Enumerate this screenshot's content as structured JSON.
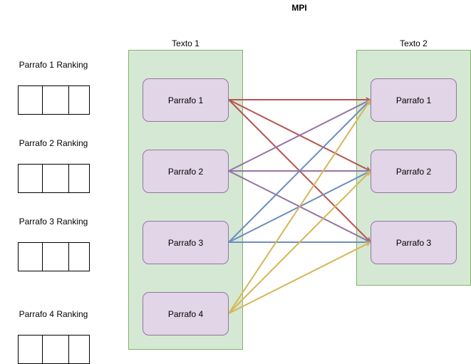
{
  "title": "MPI",
  "text1": {
    "label": "Texto 1",
    "paragraphs": [
      "Parrafo 1",
      "Parrafo 2",
      "Parrafo 3",
      "Parrafo 4"
    ]
  },
  "text2": {
    "label": "Texto 2",
    "paragraphs": [
      "Parrafo 1",
      "Parrafo 2",
      "Parrafo 3"
    ]
  },
  "rankings": [
    {
      "label": "Parrafo 1 Ranking",
      "cells": 3
    },
    {
      "label": "Parrafo 2 Ranking",
      "cells": 3
    },
    {
      "label": "Parrafo 3 Ranking",
      "cells": 3
    },
    {
      "label": "Parrafo 4 Ranking",
      "cells": 3
    }
  ],
  "edge_colors": [
    "#b85450",
    "#9673a6",
    "#6c8ebf",
    "#d6b656"
  ],
  "edges": [
    {
      "from": 0,
      "to": 0
    },
    {
      "from": 0,
      "to": 1
    },
    {
      "from": 0,
      "to": 2
    },
    {
      "from": 1,
      "to": 0
    },
    {
      "from": 1,
      "to": 1
    },
    {
      "from": 1,
      "to": 2
    },
    {
      "from": 2,
      "to": 0
    },
    {
      "from": 2,
      "to": 1
    },
    {
      "from": 2,
      "to": 2
    },
    {
      "from": 3,
      "to": 0
    },
    {
      "from": 3,
      "to": 1
    },
    {
      "from": 3,
      "to": 2
    }
  ]
}
